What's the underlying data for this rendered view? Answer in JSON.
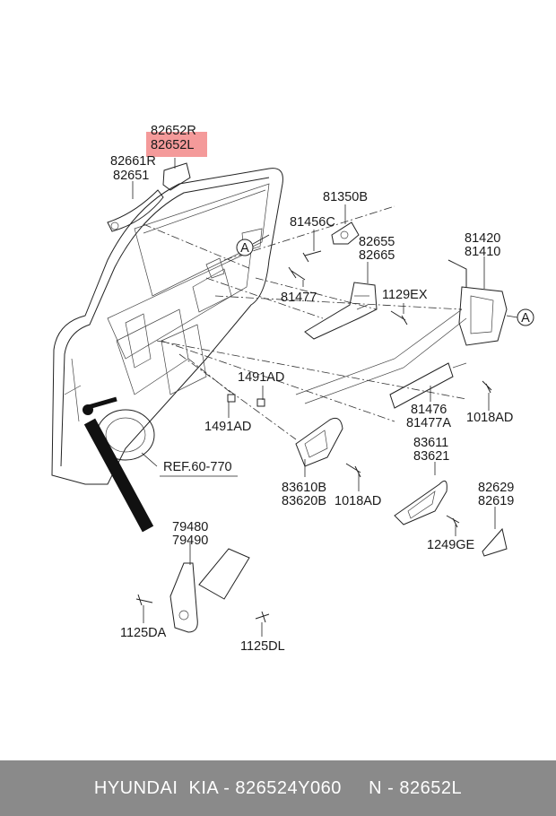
{
  "labels": {
    "p82652R": "82652R",
    "p82652L": "82652L",
    "p82661R": "82661R",
    "p82651": "82651",
    "p81350B": "81350B",
    "p81456C": "81456C",
    "p82655": "82655",
    "p82665": "82665",
    "p81420": "81420",
    "p81410": "81410",
    "p81477": "81477",
    "p1129EX": "1129EX",
    "p1491AD_a": "1491AD",
    "p1491AD_b": "1491AD",
    "p81476": "81476",
    "p81477A": "81477A",
    "p1018AD_a": "1018AD",
    "p83611": "83611",
    "p83621": "83621",
    "p83610B": "83610B",
    "p83620B": "83620B",
    "p1018AD_b": "1018AD",
    "p82629": "82629",
    "p82619": "82619",
    "p1249GE": "1249GE",
    "p79480": "79480",
    "p79490": "79490",
    "p1125DA": "1125DA",
    "p1125DL": "1125DL",
    "ref": "REF.60-770",
    "marker_a1": "A",
    "marker_a2": "A"
  },
  "highlight_color": "#f49a9a",
  "footer": {
    "text": "HYUNDAI  KIA - 826524Y060     N - 82652L"
  }
}
